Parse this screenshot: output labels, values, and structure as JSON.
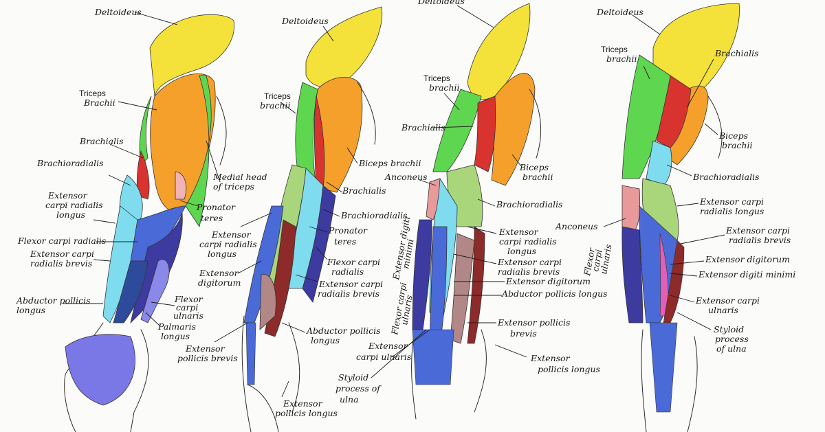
{
  "colors": {
    "deltoid": "#f4e13a",
    "biceps": "#f4a02b",
    "triceps": "#5fd650",
    "brachialis": "#d8332f",
    "brachioradialis": "#a9d67a",
    "ecr_longus": "#7fdcef",
    "extensor": "#4a6ad8",
    "flexor": "#3d3aa0",
    "pronator": "#f2b3b4",
    "abductor": "#7a78e6",
    "anconeus": "#e89a9a",
    "pink": "#e25fb8",
    "dark_red": "#8d2a2a",
    "brown": "#b28787",
    "teal": "#3fa0c0",
    "olive": "#6a9a3a"
  },
  "figure1": {
    "deltoideus": "Deltoideus",
    "triceps_1": "Triceps",
    "triceps_2": "Brachii",
    "brachialis": "Brachialis",
    "brachioradialis": "Brachioradialis",
    "ecrl_1": "Extensor",
    "ecrl_2": "carpi radialis",
    "ecrl_3": "longus",
    "fcr": "Flexor carpi radialis",
    "ecrb_1": "Extensor carpi",
    "ecrb_2": "radialis brevis",
    "apl_1": "Abductor pollicis",
    "apl_2": "longus",
    "medial_1": "Medial head",
    "medial_2": "of triceps",
    "pronator_1": "Pronator",
    "pronator_2": "teres",
    "fcu_1": "Flexor",
    "fcu_2": "carpi",
    "fcu_3": "ulnaris",
    "palmaris_1": "Palmaris",
    "palmaris_2": "longus"
  },
  "figure2": {
    "deltoideus": "Deltoideus",
    "triceps_1": "Triceps",
    "triceps_2": "brachii",
    "biceps": "Biceps brachii",
    "brachialis": "Brachialis",
    "brachioradialis": "Brachioradialis",
    "pronator_1": "Pronator",
    "pronator_2": "teres",
    "ecrl_1": "Extensor",
    "ecrl_2": "carpi radialis",
    "ecrl_3": "longus",
    "ed_1": "Extensor",
    "ed_2": "digitorum",
    "fcr_1": "Flexor carpi",
    "fcr_2": "radialis",
    "ecrb_1": "Extensor carpi",
    "ecrb_2": "radialis brevis",
    "apl_1": "Abductor pollicis",
    "apl_2": "longus",
    "epb_1": "Extensor",
    "epb_2": "pollicis brevis",
    "epl_1": "Extensor",
    "epl_2": "pollicis longus"
  },
  "figure3": {
    "deltoideus": "Deltoideus",
    "triceps_1": "Triceps",
    "triceps_2": "brachii",
    "brachialis": "Brachialis",
    "anconeus": "Anconeus",
    "biceps_1": "Biceps",
    "biceps_2": "brachii",
    "brachioradialis": "Brachioradialis",
    "ecrl_1": "Extensor",
    "ecrl_2": "carpi radialis",
    "ecrl_3": "longus",
    "edm_1": "Extensor digiti",
    "edm_2": "minimi",
    "fcu_1": "Flexor carpi",
    "fcu_2": "ulnaris",
    "ecrb_1": "Extensor carpi",
    "ecrb_2": "radialis brevis",
    "ed": "Extensor digitorum",
    "apl": "Abductor pollicis longus",
    "epb_1": "Extensor pollicis",
    "epb_2": "brevis",
    "ecu_1": "Extensor",
    "ecu_2": "carpi ulnaris",
    "styloid_1": "Styloid",
    "styloid_2": "process of",
    "styloid_3": "ulna",
    "epl_1": "Extensor",
    "epl_2": "pollicis longus"
  },
  "figure4": {
    "deltoideus": "Deltoideus",
    "triceps_1": "Triceps",
    "triceps_2": "brachii",
    "brachialis": "Brachialis",
    "biceps_1": "Biceps",
    "biceps_2": "brachii",
    "brachioradialis": "Brachioradialis",
    "ecrl_1": "Extensor carpi",
    "ecrl_2": "radialis longus",
    "anconeus": "Anconeus",
    "fcu_1": "Flexor",
    "fcu_2": "carpi",
    "fcu_3": "ulnaris",
    "ecrb_1": "Extensor carpi",
    "ecrb_2": "radialis brevis",
    "ed": "Extensor digitorum",
    "edm": "Extensor digiti minimi",
    "ecu_1": "Extensor carpi",
    "ecu_2": "ulnaris",
    "styloid_1": "Styloid",
    "styloid_2": "process",
    "styloid_3": "of ulna"
  }
}
